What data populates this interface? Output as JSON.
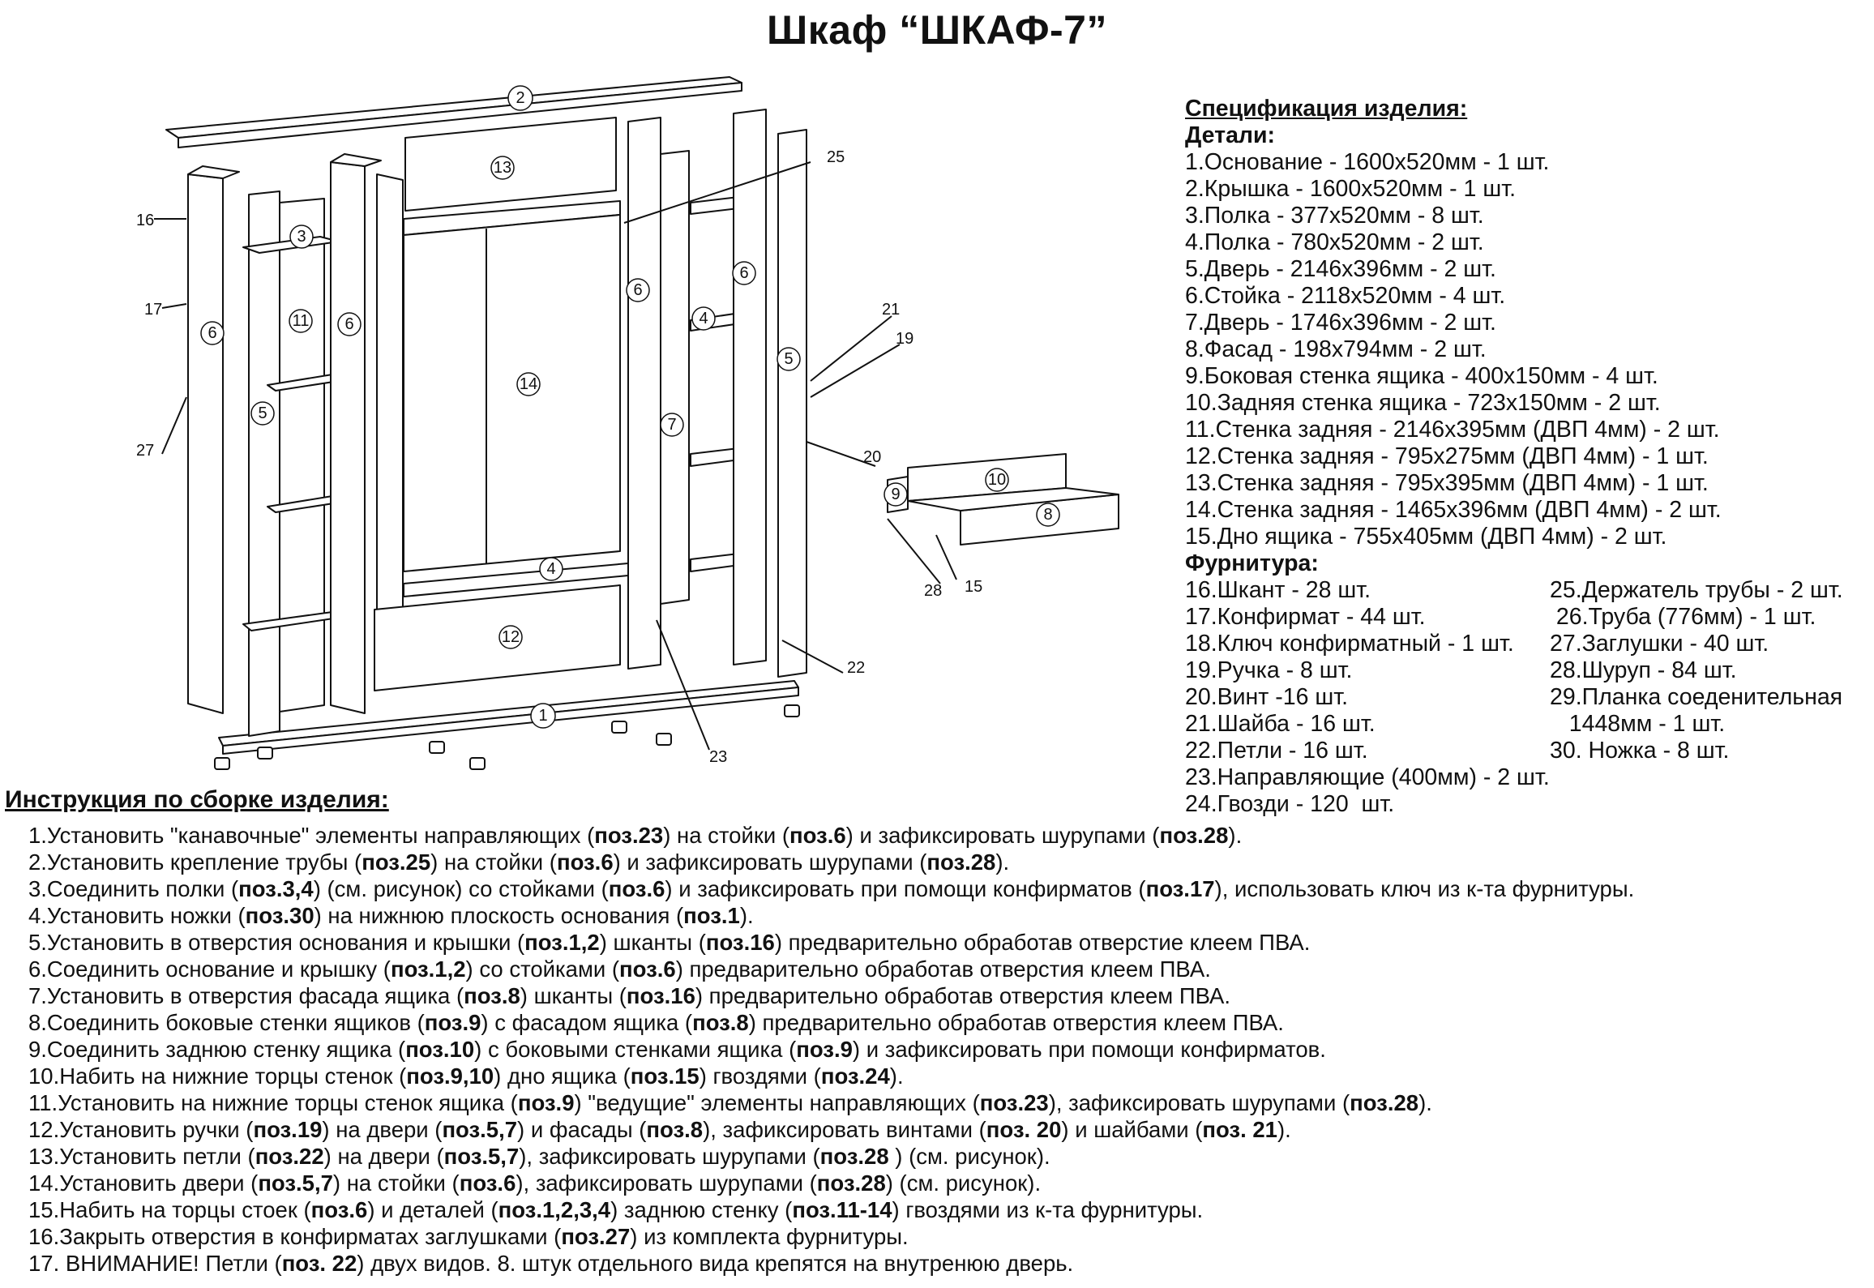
{
  "title": "Шкаф “ШКАФ-7”",
  "spec": {
    "heading": "Спецификация изделия:",
    "parts_heading": "Детали:",
    "parts": [
      "1.Основание - 1600x520мм - 1 шт.",
      "2.Крышка - 1600x520мм - 1 шт.",
      "3.Полка - 377x520мм - 8 шт.",
      "4.Полка - 780x520мм - 2 шт.",
      "5.Дверь - 2146x396мм - 2 шт.",
      "6.Стойка - 2118x520мм - 4 шт.",
      "7.Дверь - 1746x396мм - 2 шт.",
      "8.Фасад - 198x794мм - 2 шт.",
      "9.Боковая стенка ящика - 400x150мм - 4 шт.",
      "10.Задняя стенка ящика - 723x150мм - 2 шт.",
      "11.Стенка задняя - 2146x395мм (ДВП 4мм) - 2 шт.",
      "12.Стенка задняя - 795x275мм (ДВП 4мм) - 1 шт.",
      "13.Стенка задняя - 795x395мм (ДВП 4мм) - 1 шт.",
      "14.Стенка задняя - 1465x396мм (ДВП 4мм) - 2 шт.",
      "15.Дно ящика - 755x405мм (ДВП 4мм) - 2 шт."
    ],
    "hardware_heading": "Фурнитура:",
    "hardware_left": [
      "16.Шкант - 28 шт.",
      "17.Конфирмат - 44 шт.",
      "18.Ключ конфирматный - 1 шт.",
      "19.Ручка - 8 шт.",
      "20.Винт -16 шт.",
      "21.Шайба - 16 шт.",
      "22.Петли - 16 шт.",
      "23.Направляющие (400мм) - 2 шт.",
      "24.Гвозди - 120  шт."
    ],
    "hardware_right": [
      "25.Держатель трубы - 2 шт.",
      " 26.Труба (776мм) - 1 шт.",
      "27.Заглушки - 40 шт.",
      "28.Шуруп - 84 шт.",
      "29.Планка соеденительная",
      "   1448мм - 1 шт.",
      "30. Ножка - 8 шт.",
      "",
      ""
    ]
  },
  "instructions": {
    "heading": "Инструкция по сборке изделия:",
    "steps": [
      [
        {
          "t": "1.Установить \"канавочные\" элементы направляющих ("
        },
        {
          "b": "поз.23"
        },
        {
          "t": ") на стойки ("
        },
        {
          "b": "поз.6"
        },
        {
          "t": ") и зафиксировать шурупами ("
        },
        {
          "b": "поз.28"
        },
        {
          "t": ")."
        }
      ],
      [
        {
          "t": "2.Установить крепление трубы ("
        },
        {
          "b": "поз.25"
        },
        {
          "t": ") на стойки ("
        },
        {
          "b": "поз.6"
        },
        {
          "t": ") и зафиксировать шурупами ("
        },
        {
          "b": "поз.28"
        },
        {
          "t": ")."
        }
      ],
      [
        {
          "t": "3.Соединить полки ("
        },
        {
          "b": "поз.3,4"
        },
        {
          "t": ") (см. рисунок) со стойками ("
        },
        {
          "b": "поз.6"
        },
        {
          "t": ") и зафиксировать при помощи конфирматов ("
        },
        {
          "b": "поз.17"
        },
        {
          "t": "), использовать ключ из к-та фурнитуры."
        }
      ],
      [
        {
          "t": "4.Установить ножки ("
        },
        {
          "b": "поз.30"
        },
        {
          "t": ")  на нижнюю плоскость основания ("
        },
        {
          "b": "поз.1"
        },
        {
          "t": ")."
        }
      ],
      [
        {
          "t": "5.Установить в отверстия основания и крышки ("
        },
        {
          "b": "поз.1,2"
        },
        {
          "t": ") шканты ("
        },
        {
          "b": "поз.16"
        },
        {
          "t": ") предварительно обработав отверстие клеем ПВА."
        }
      ],
      [
        {
          "t": "6.Соединить основание и крышку ("
        },
        {
          "b": "поз.1,2"
        },
        {
          "t": ") со стойками ("
        },
        {
          "b": "поз.6"
        },
        {
          "t": ")  предварительно обработав отверстия клеем ПВА."
        }
      ],
      [
        {
          "t": "7.Установить в отверстия фасада ящика ("
        },
        {
          "b": "поз.8"
        },
        {
          "t": ") шканты ("
        },
        {
          "b": "поз.16"
        },
        {
          "t": ") предварительно обработав отверстия клеем ПВА."
        }
      ],
      [
        {
          "t": "8.Соединить боковые стенки ящиков ("
        },
        {
          "b": "поз.9"
        },
        {
          "t": ") с фасадом ящика ("
        },
        {
          "b": "поз.8"
        },
        {
          "t": ") предварительно обработав отверстия клеем ПВА."
        }
      ],
      [
        {
          "t": "9.Соединить заднюю стенку ящика ("
        },
        {
          "b": "поз.10"
        },
        {
          "t": ") с боковыми стенками ящика ("
        },
        {
          "b": "поз.9"
        },
        {
          "t": ") и зафиксировать при помощи конфирматов."
        }
      ],
      [
        {
          "t": "10.Набить на нижние торцы стенок ("
        },
        {
          "b": "поз.9,10"
        },
        {
          "t": ") дно ящика ("
        },
        {
          "b": "поз.15"
        },
        {
          "t": ") гвоздями ("
        },
        {
          "b": "поз.24"
        },
        {
          "t": ")."
        }
      ],
      [
        {
          "t": "11.Установить на нижние торцы стенок ящика ("
        },
        {
          "b": "поз.9"
        },
        {
          "t": ") \"ведущие\" элементы направляющих ("
        },
        {
          "b": "поз.23"
        },
        {
          "t": "), зафиксировать шурупами ("
        },
        {
          "b": "поз.28"
        },
        {
          "t": ")."
        }
      ],
      [
        {
          "t": "12.Установить ручки  ("
        },
        {
          "b": "поз.19"
        },
        {
          "t": ") на  двери ("
        },
        {
          "b": "поз.5,7"
        },
        {
          "t": ") и фасады ("
        },
        {
          "b": "поз.8"
        },
        {
          "t": "), зафиксировать винтами ("
        },
        {
          "b": "поз. 20"
        },
        {
          "t": ") и шайбами ("
        },
        {
          "b": "поз. 21"
        },
        {
          "t": ")."
        }
      ],
      [
        {
          "t": "13.Установить петли ("
        },
        {
          "b": "поз.22"
        },
        {
          "t": ") на двери ("
        },
        {
          "b": "поз.5,7"
        },
        {
          "t": "), зафиксировать шурупами ("
        },
        {
          "b": "поз.28"
        },
        {
          "t": " ) (см. рисунок)."
        }
      ],
      [
        {
          "t": "14.Установить двери ("
        },
        {
          "b": "поз.5,7"
        },
        {
          "t": ") на стойки ("
        },
        {
          "b": "поз.6"
        },
        {
          "t": "), зафиксировать шурупами ("
        },
        {
          "b": "поз.28"
        },
        {
          "t": ") (см. рисунок)."
        }
      ],
      [
        {
          "t": "15.Набить на торцы стоек ("
        },
        {
          "b": "поз.6"
        },
        {
          "t": ") и деталей ("
        },
        {
          "b": "поз.1,2,3,4"
        },
        {
          "t": ") заднюю стенку ("
        },
        {
          "b": "поз.11-14"
        },
        {
          "t": ") гвоздями из к-та фурнитуры."
        }
      ],
      [
        {
          "t": "16.Закрыть отверстия в конфирматах заглушками ("
        },
        {
          "b": "поз.27"
        },
        {
          "t": ") из комплекта фурнитуры."
        }
      ],
      [
        {
          "t": "17. ВНИМАНИЕ! Петли ("
        },
        {
          "b": "поз. 22"
        },
        {
          "t": ") двух видов. 8. штук отдельного вида крепятся на внутренюю дверь."
        }
      ]
    ]
  },
  "diagram": {
    "labels": {
      "p1": "1",
      "p2": "2",
      "p3": "3",
      "p4a": "4",
      "p4b": "4",
      "p5a": "5",
      "p5b": "5",
      "p6a": "6",
      "p6b": "6",
      "p6c": "6",
      "p6d": "6",
      "p7": "7",
      "p8": "8",
      "p9": "9",
      "p10": "10",
      "p11": "11",
      "p12": "12",
      "p13": "13",
      "p14": "14"
    },
    "callouts": {
      "c15": "15",
      "c16": "16",
      "c17": "17",
      "c19": "19",
      "c20": "20",
      "c21": "21",
      "c22": "22",
      "c23": "23",
      "c25": "25",
      "c27": "27",
      "c28": "28"
    }
  }
}
